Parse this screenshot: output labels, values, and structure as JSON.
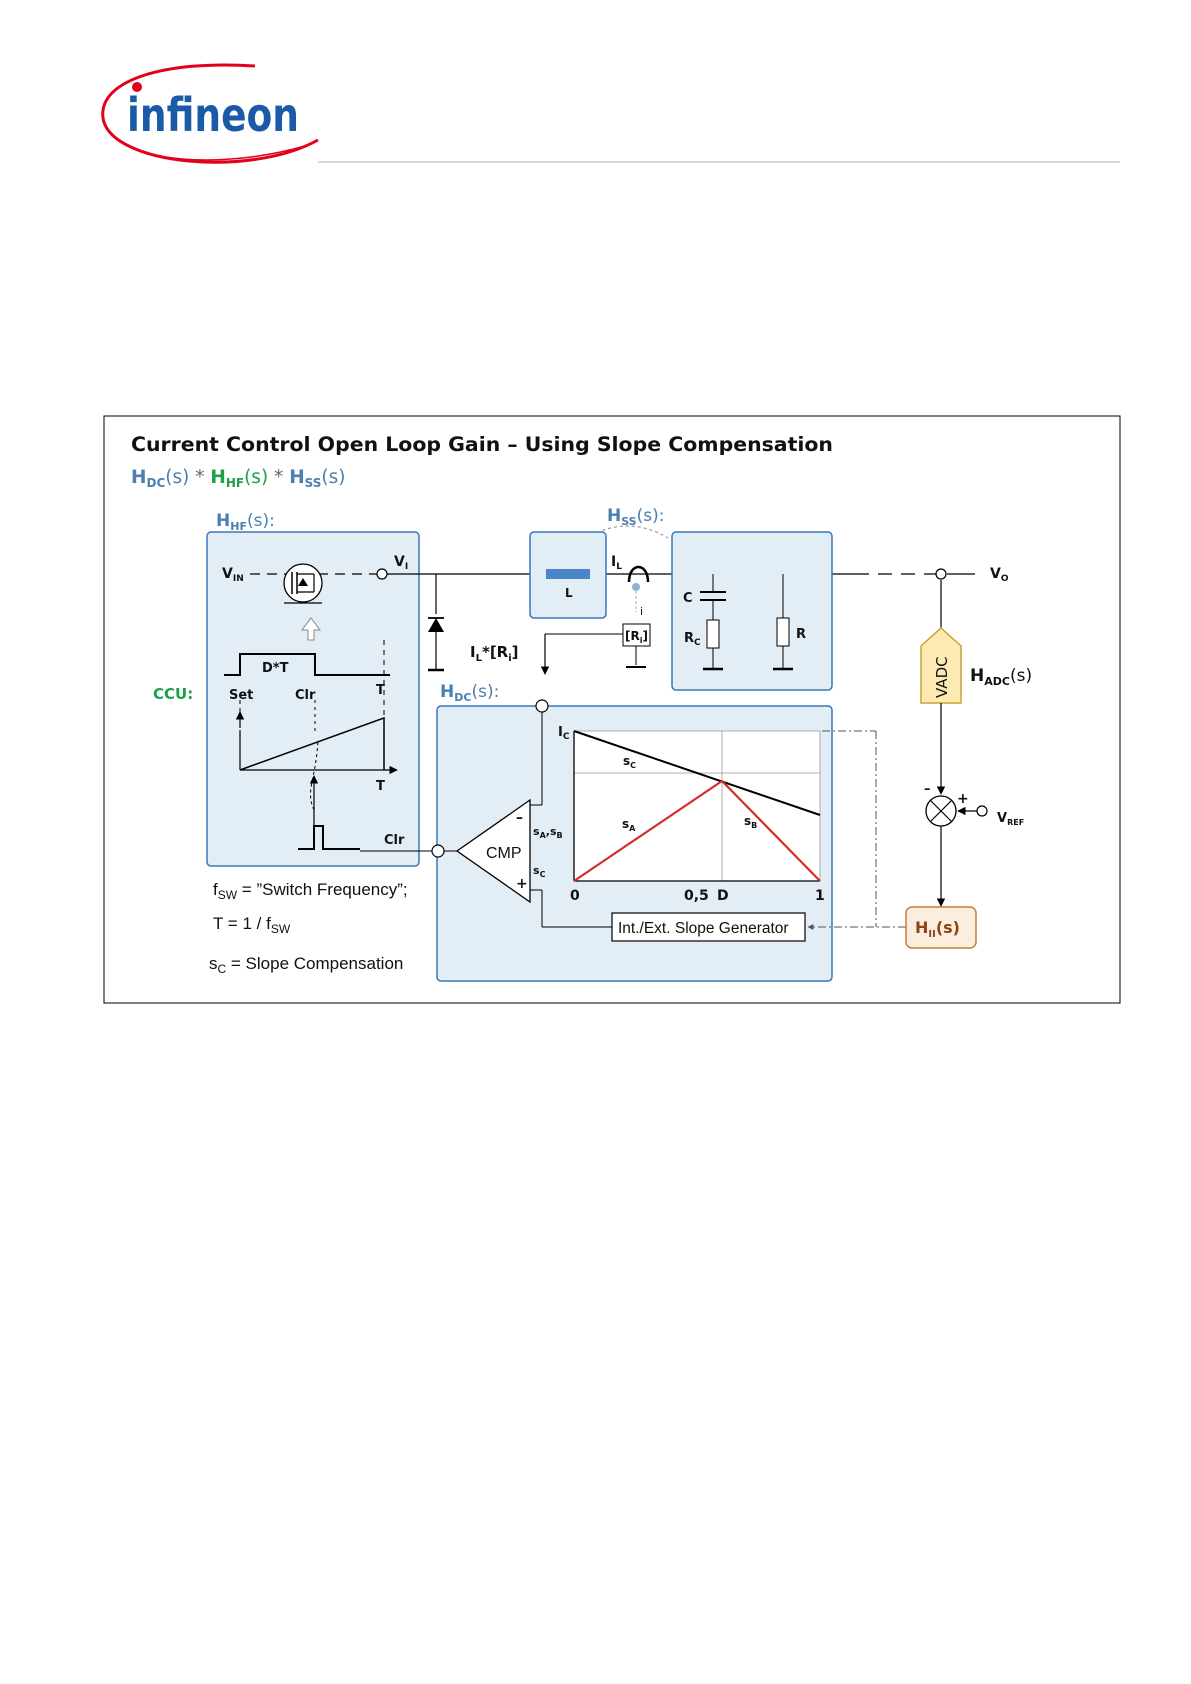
{
  "header": {
    "logo_text": "infineon",
    "logo_colors": {
      "text": "#1a5aa6",
      "swoosh": "#e2001a"
    },
    "rule_color": "#b0b0b0"
  },
  "figure": {
    "title": "Current Control Open Loop Gain – Using Slope Compensation",
    "formula": {
      "hdc": {
        "h": "H",
        "sub": "DC",
        "s": "(s)"
      },
      "star1": " * ",
      "hhf": {
        "h": "H",
        "sub": "HF",
        "s": "(s)"
      },
      "star2": " * ",
      "hss": {
        "h": "H",
        "sub": "SS",
        "s": "(s)"
      }
    },
    "colors": {
      "hdc": "#4a7fb0",
      "hhf": "#1ea04a",
      "hss": "#4a7fb0",
      "block_fill": "#e3edf6",
      "block_stroke": "#3a78b8",
      "inductor": "#4a86c8",
      "vadc_fill": "#fdeab2",
      "vadc_stroke": "#c8a33a",
      "hii_fill": "#fbeede",
      "hii_stroke": "#c47f36",
      "hii_text": "#8b4513",
      "slope_red": "#d62b2b"
    },
    "hf_block": {
      "label": {
        "h": "H",
        "sub": "HF",
        "s": "(s):"
      },
      "vin": {
        "v": "V",
        "sub": "IN"
      },
      "vi": {
        "v": "V",
        "sub": "I"
      },
      "dt": "D*T",
      "set": "Set",
      "clr_top": "Clr",
      "t_top": "T",
      "t_axis": "T",
      "clr_pulse": "Clr"
    },
    "ccu_label": "CCU:",
    "notes": {
      "fsw": {
        "f": "f",
        "sub": "SW",
        "rest": " = ”Switch Frequency”;"
      },
      "period": {
        "pre": "T = 1 / f",
        "sub": "SW"
      },
      "sc": {
        "s": "s",
        "sub": "C",
        "rest": " = Slope Compensation"
      }
    },
    "ss_block": {
      "label": {
        "h": "H",
        "sub": "SS",
        "s": "(s):"
      },
      "l": "L",
      "il": {
        "i": "I",
        "sub": "L"
      },
      "i_small": "i",
      "ri": {
        "pre": "[R",
        "sub": "i",
        "post": "]"
      },
      "c": "C",
      "rc": {
        "r": "R",
        "sub": "C"
      },
      "r": "R",
      "vo": {
        "v": "V",
        "sub": "O"
      }
    },
    "sense_label": {
      "i": "I",
      "sub": "L",
      "rest": "*[R",
      "sub2": "i",
      "close": "]"
    },
    "dc_block": {
      "label": {
        "h": "H",
        "sub": "DC",
        "s": "(s):"
      },
      "ic": {
        "i": "I",
        "sub": "C"
      },
      "sc": {
        "s": "s",
        "sub": "C"
      },
      "sa": {
        "s": "s",
        "sub": "A"
      },
      "sb": {
        "s": "s",
        "sub": "B"
      },
      "sasb": {
        "s1": "s",
        "sub1": "A",
        "sep": ",s",
        "sub2": "B"
      },
      "sc_in": {
        "s": "s",
        "sub": "C"
      },
      "cmp": "CMP",
      "minus": "–",
      "plus": "+",
      "x0": "0",
      "x05": "0,5",
      "xd": "D",
      "x1": "1",
      "slope_gen": "Int./Ext. Slope Generator"
    },
    "feedback": {
      "vadc": "VADC",
      "hadc": {
        "h": "H",
        "sub": "ADC",
        "s": "(s)"
      },
      "minus": "–",
      "plus": "+",
      "vref": {
        "v": "V",
        "sub": "REF"
      },
      "hii": {
        "h": "H",
        "sub": "II",
        "s": "(s)"
      }
    }
  }
}
